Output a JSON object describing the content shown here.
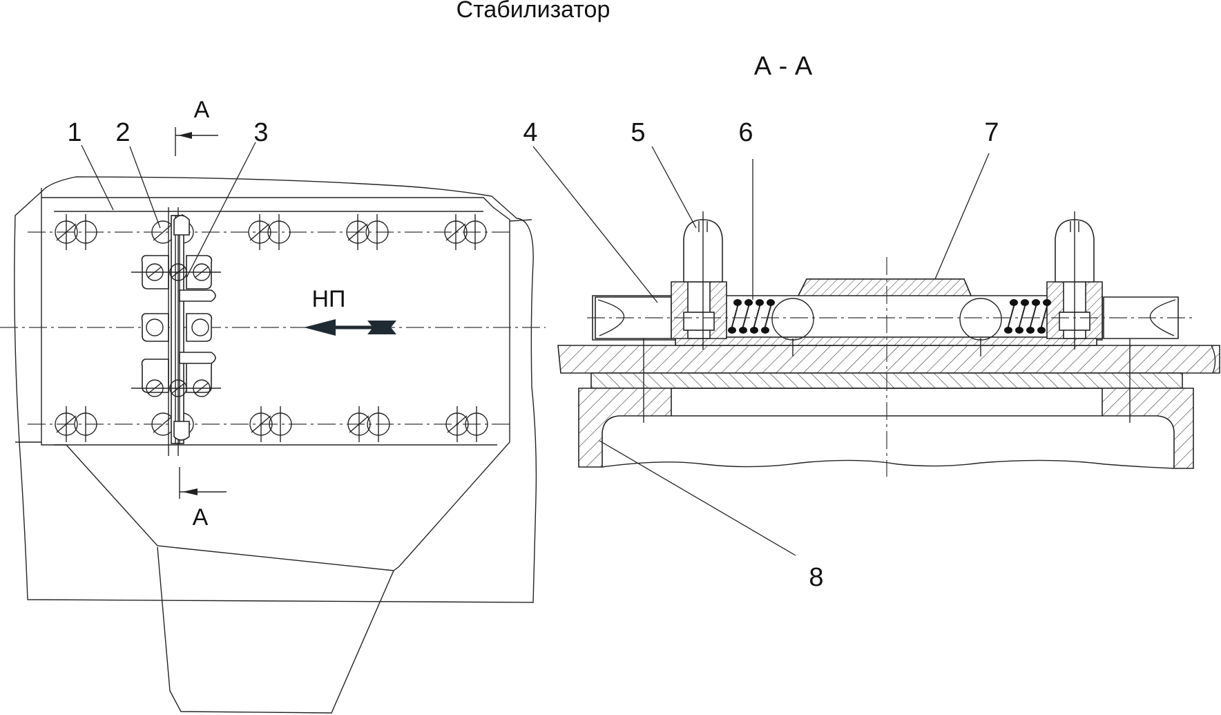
{
  "title": "Стабилизатор",
  "section_title": "А - А",
  "section_marks": {
    "top": "А",
    "bottom": "А"
  },
  "direction_label": "НП",
  "callouts": [
    "1",
    "2",
    "3",
    "4",
    "5",
    "6",
    "7",
    "8"
  ],
  "colors": {
    "line": "#222222",
    "background": "#ffffff",
    "arrow": "#1f2a33"
  }
}
